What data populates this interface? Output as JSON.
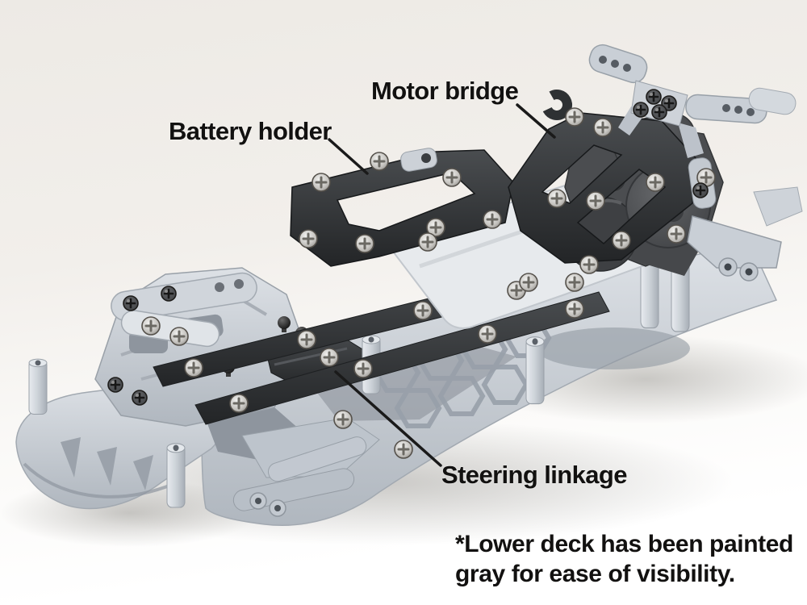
{
  "figure": {
    "kind": "annotated product photo",
    "subject": "RC car chassis with gray-painted lower deck"
  },
  "callouts": [
    {
      "id": "motor-bridge",
      "label": "Motor bridge"
    },
    {
      "id": "battery-holder",
      "label": "Battery holder"
    },
    {
      "id": "steering-linkage",
      "label": "Steering linkage"
    }
  ],
  "footnote": {
    "line1": "*Lower deck has been painted",
    "line2": "gray for ease of visibility."
  },
  "colors": {
    "background_top": "#edeae5",
    "background_bottom": "#ffffff",
    "label_text": "#121110",
    "callout_line": "#1a1a1a",
    "plastic_light": "#c6ccd3",
    "plastic_white": "#e7eaed",
    "plastic_dark": "#34373a",
    "gearbox_gray": "#4c4e51",
    "screw_silver": "#cfcfcf"
  }
}
